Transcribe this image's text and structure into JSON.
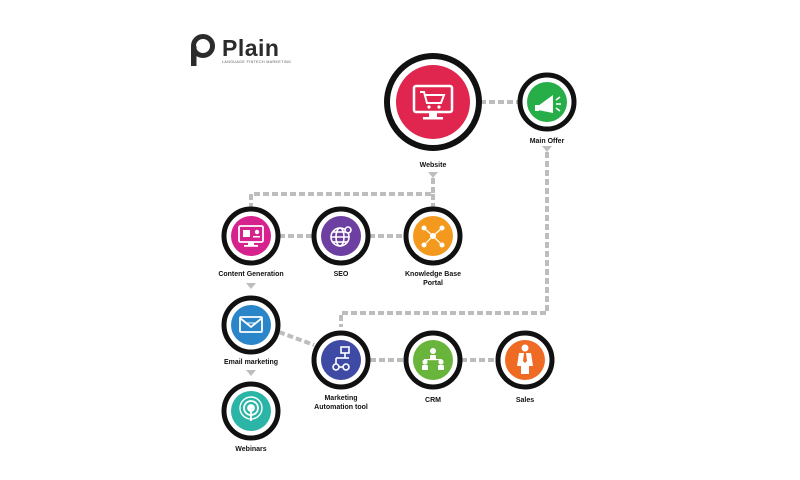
{
  "brand": {
    "name": "Plain",
    "tagline": "LANGUAGE FINTECH MARKETING"
  },
  "colors": {
    "ring": "#111111",
    "connector": "#bdbdbd",
    "website": "#e0264f",
    "main_offer": "#27ae48",
    "content_generation": "#d6228c",
    "seo": "#6d3fa0",
    "knowledge_base": "#f39a1e",
    "email_marketing": "#2a86c9",
    "webinars": "#2bb5a6",
    "marketing_automation": "#3f4aa5",
    "crm": "#69b43b",
    "sales": "#ef6a23"
  },
  "nodes": {
    "website": {
      "label": "Website",
      "icon": "cart-monitor-icon"
    },
    "main_offer": {
      "label": "Main Offer",
      "icon": "megaphone-icon"
    },
    "content_generation": {
      "label": "Content Generation",
      "icon": "content-monitor-icon"
    },
    "seo": {
      "label": "SEO",
      "icon": "globe-icon"
    },
    "knowledge_base": {
      "label": "Knowledge Base\nPortal",
      "icon": "network-people-icon"
    },
    "email_marketing": {
      "label": "Email marketing",
      "icon": "envelope-icon"
    },
    "webinars": {
      "label": "Webinars",
      "icon": "broadcast-icon"
    },
    "marketing_automation": {
      "label": "Marketing\nAutomation tool",
      "icon": "workflow-icon"
    },
    "crm": {
      "label": "CRM",
      "icon": "group-icon"
    },
    "sales": {
      "label": "Sales",
      "icon": "person-icon"
    }
  }
}
